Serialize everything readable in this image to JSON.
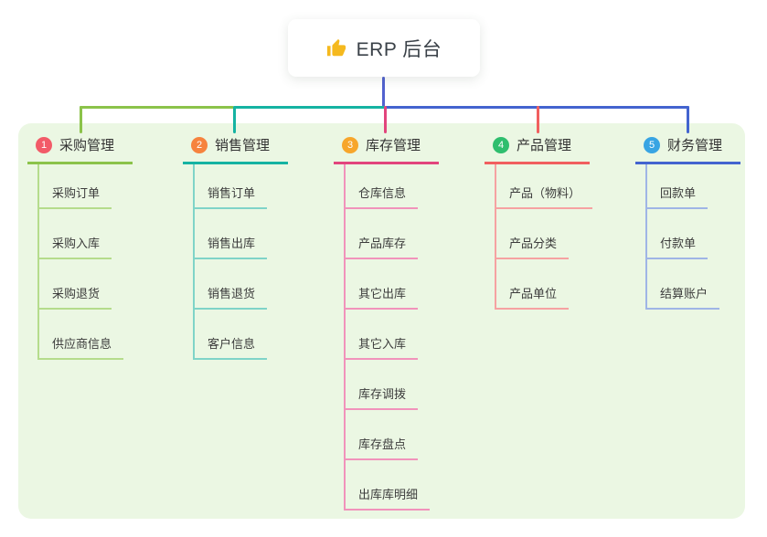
{
  "root": {
    "label": "ERP 后台",
    "icon": "thumbs-up-icon",
    "icon_color": "#f5b91e"
  },
  "colors": {
    "canvas_bg": "#ffffff",
    "panel_bg": "#ebf7e3",
    "root_stem": "#5262cf"
  },
  "branches": [
    {
      "num": "1",
      "label": "采购管理",
      "colors": {
        "badge": "#f25b68",
        "line": "#8bc34a",
        "light": "#b5dc8c"
      },
      "children": [
        "采购订单",
        "采购入库",
        "采购退货",
        "供应商信息"
      ]
    },
    {
      "num": "2",
      "label": "销售管理",
      "colors": {
        "badge": "#f6833e",
        "line": "#15b3a2",
        "light": "#7fd4c8"
      },
      "children": [
        "销售订单",
        "销售出库",
        "销售退货",
        "客户信息"
      ]
    },
    {
      "num": "3",
      "label": "库存管理",
      "colors": {
        "badge": "#f7a62b",
        "line": "#e2457d",
        "light": "#f193bb"
      },
      "children": [
        "仓库信息",
        "产品库存",
        "其它出库",
        "其它入库",
        "库存调拨",
        "库存盘点",
        "出库库明细"
      ]
    },
    {
      "num": "4",
      "label": "产品管理",
      "colors": {
        "badge": "#2fbe6e",
        "line": "#f15f5f",
        "light": "#f6a2a2"
      },
      "children": [
        "产品（物料）",
        "产品分类",
        "产品单位"
      ]
    },
    {
      "num": "5",
      "label": "财务管理",
      "colors": {
        "badge": "#38a4e3",
        "line": "#4364cf",
        "light": "#9fb5e6"
      },
      "children": [
        "回款单",
        "付款单",
        "结算账户"
      ]
    }
  ]
}
